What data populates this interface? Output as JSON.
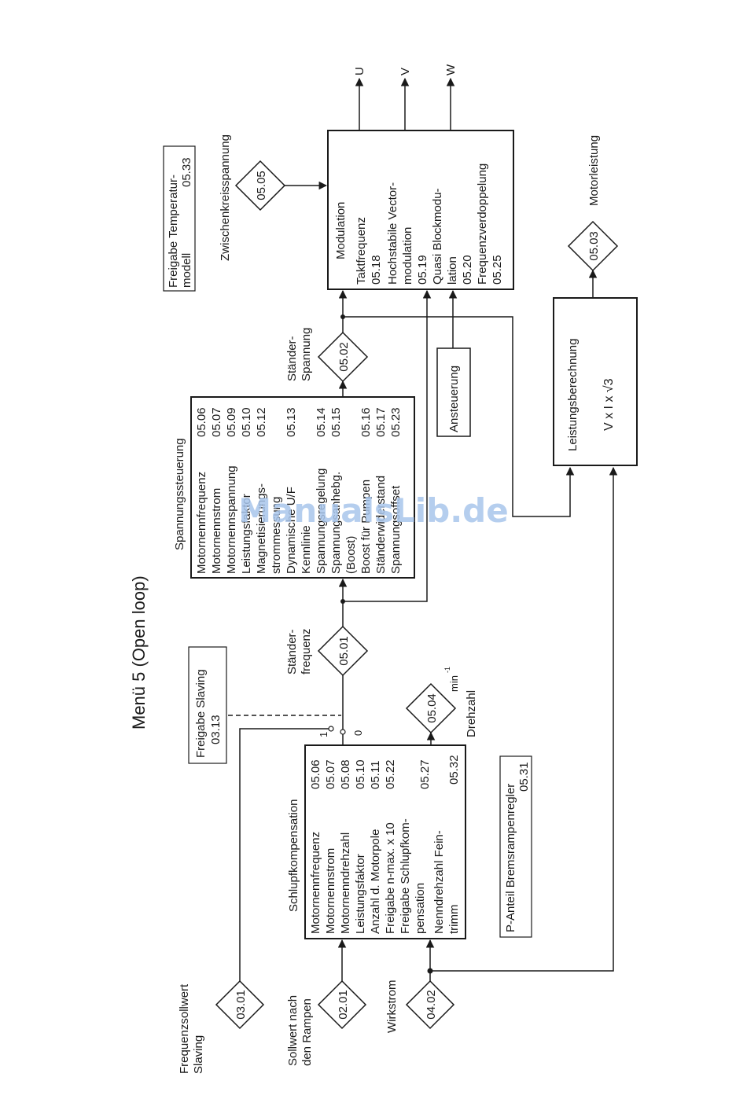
{
  "title": "Menü 5 (Open loop)",
  "watermark": "ManualsLib.de",
  "colors": {
    "line": "#1a1a1a",
    "watermark": "#a9c6ec",
    "background": "#ffffff"
  },
  "inputs": {
    "frequency_slaving": {
      "code": "03.01",
      "label1": "Frequenzsollwert",
      "label2": "Slaving"
    },
    "setpoint_after_ramps": {
      "code": "02.01",
      "label1": "Sollwert nach",
      "label2": "den Rampen"
    },
    "active_current": {
      "code": "04.02",
      "label": "Wirkstrom"
    }
  },
  "slip_compensation": {
    "title": "Schlupfkompensation",
    "rows": [
      {
        "name": "Motornennfrequenz",
        "code": "05.06"
      },
      {
        "name": "Motornennstrom",
        "code": "05.07"
      },
      {
        "name": "Motornenndrehzahl",
        "code": "05.08"
      },
      {
        "name": "Leistungsfaktor",
        "code": "05.10"
      },
      {
        "name": "Anzahl d. Motorpole",
        "code": "05.11"
      },
      {
        "name": "Freigabe n-max. x 10",
        "code": "05.22"
      },
      {
        "name": "Freigabe Schlupfkom-",
        "code": ""
      },
      {
        "name": "pensation",
        "code": "05.27"
      },
      {
        "name": "Nenndrehzahl Fein-",
        "code": ""
      },
      {
        "name": "trimm",
        "code": "05.32"
      }
    ]
  },
  "brake_ramp": {
    "line1": "P-Anteil Bremsrampenregler",
    "code": "05.31"
  },
  "slaving_enable": {
    "line1": "Freigabe Slaving",
    "code": "03.13"
  },
  "switch": {
    "pos1": "1",
    "pos0": "0"
  },
  "speed": {
    "code": "05.04",
    "label": "Drehzahl",
    "unit": "min",
    "unit_exp": "-1"
  },
  "stator_frequency": {
    "code": "05.01",
    "label1": "Ständer-",
    "label2": "frequenz"
  },
  "voltage_control": {
    "title": "Spannungssteuerung",
    "rows": [
      {
        "name": "Motornennfrequenz",
        "code": "05.06"
      },
      {
        "name": "Motornennstrom",
        "code": "05.07"
      },
      {
        "name": "Motornennspannung",
        "code": "05.09"
      },
      {
        "name": "Leistungsfaktor",
        "code": "05.10"
      },
      {
        "name": "Magnetisierungs-",
        "code": "05.12"
      },
      {
        "name": "strommessung",
        "code": ""
      },
      {
        "name": "Dynamische U/F",
        "code": "05.13"
      },
      {
        "name": "Kennlinie",
        "code": ""
      },
      {
        "name": "Spannungsregelung",
        "code": "05.14"
      },
      {
        "name": "Spannungsanhebg.",
        "code": "05.15"
      },
      {
        "name": "(Boost)",
        "code": ""
      },
      {
        "name": "Boost für Pumpen",
        "code": "05.16"
      },
      {
        "name": "Ständerwiderstand",
        "code": "05.17"
      },
      {
        "name": "Spannungsoffset",
        "code": "05.23"
      }
    ]
  },
  "stator_voltage": {
    "code": "05.02",
    "label1": "Ständer-",
    "label2": "Spannung"
  },
  "control": {
    "label": "Ansteuerung"
  },
  "temp_model": {
    "line1": "Freigabe Temperatur-",
    "line2": "modell",
    "code": "05.33"
  },
  "dc_link": {
    "code": "05.05",
    "label": "Zwischenkreisspannung"
  },
  "modulation": {
    "title": "Modulation",
    "lines": [
      "Taktfrequenz",
      "05.18",
      "Hochstabile Vector-",
      "modulation",
      "05.19",
      "Quasi Blockmodu-",
      "lation",
      "05.20",
      "Frequenzverdoppelung",
      "05.25"
    ]
  },
  "outputs": [
    "U",
    "V",
    "W"
  ],
  "power_calc": {
    "title": "Leistungsberechnung",
    "formula": "V  x  I  x  √3"
  },
  "motor_power": {
    "code": "05.03",
    "label": "Motorleistung"
  }
}
